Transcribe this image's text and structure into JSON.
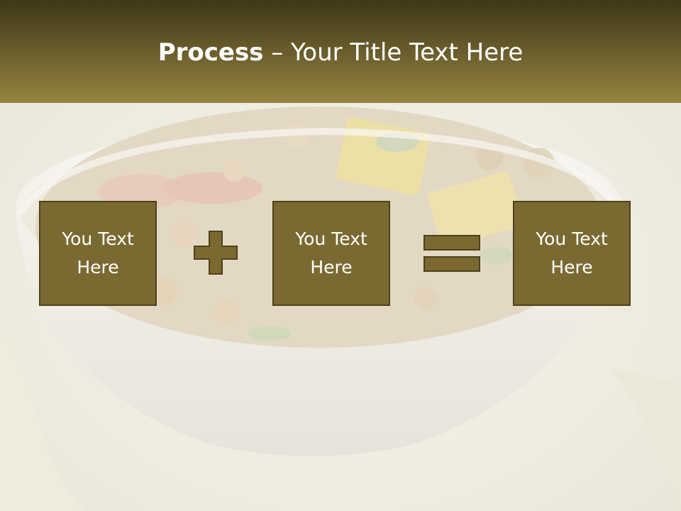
{
  "slide": {
    "title_bold": "Process",
    "title_rest": " – Your Title Text Here",
    "boxes": [
      {
        "text": "You Text Here"
      },
      {
        "text": "You Text Here"
      },
      {
        "text": "You Text Here"
      }
    ],
    "operators": [
      "plus-icon",
      "equals-icon"
    ]
  },
  "colors": {
    "title_bar": "#6a5d2c",
    "box_fill": "#7a6a32",
    "box_border": "#4d4219"
  }
}
